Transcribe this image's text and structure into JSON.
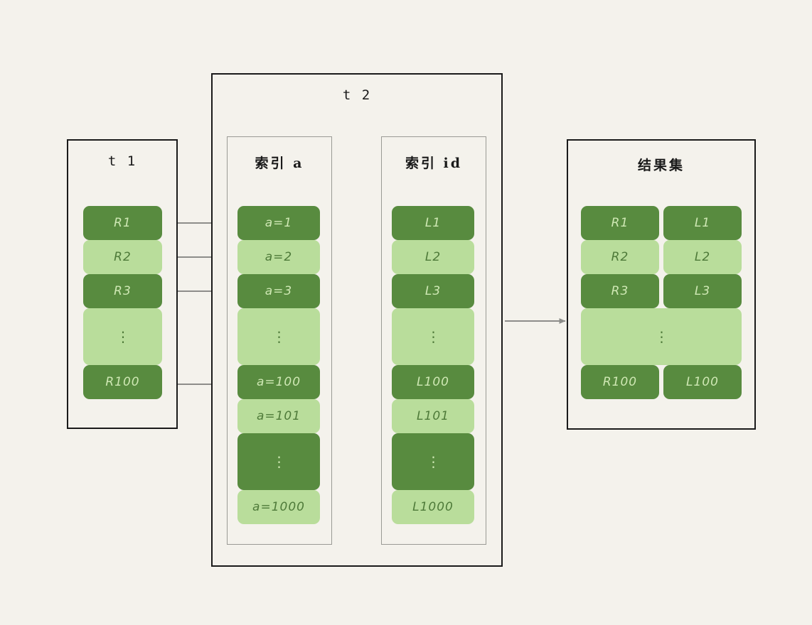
{
  "diagram": {
    "background_color": "#f4f2ec",
    "dark_green": "#588b3f",
    "light_green": "#b9dd9b",
    "arrow_color": "#8d8d8a",
    "dots_glyph": "⋮"
  },
  "table_t1": {
    "title": "t 1",
    "rows": [
      {
        "label": "R1",
        "shade": "dark"
      },
      {
        "label": "R2",
        "shade": "light"
      },
      {
        "label": "R3",
        "shade": "dark"
      },
      {
        "label": "⋮",
        "shade": "light"
      },
      {
        "label": "R100",
        "shade": "dark"
      }
    ]
  },
  "table_t2": {
    "title": "t 2",
    "index_a": {
      "title": "索引 a",
      "rows": [
        {
          "label": "a=1",
          "shade": "dark"
        },
        {
          "label": "a=2",
          "shade": "light"
        },
        {
          "label": "a=3",
          "shade": "dark"
        },
        {
          "label": "⋮",
          "shade": "light"
        },
        {
          "label": "a=100",
          "shade": "dark"
        },
        {
          "label": "a=101",
          "shade": "light"
        },
        {
          "label": "⋮",
          "shade": "dark"
        },
        {
          "label": "a=1000",
          "shade": "light"
        }
      ]
    },
    "index_id": {
      "title": "索引 id",
      "rows": [
        {
          "label": "L1",
          "shade": "dark"
        },
        {
          "label": "L2",
          "shade": "light"
        },
        {
          "label": "L3",
          "shade": "dark"
        },
        {
          "label": "⋮",
          "shade": "light"
        },
        {
          "label": "L100",
          "shade": "dark"
        },
        {
          "label": "L101",
          "shade": "light"
        },
        {
          "label": "⋮",
          "shade": "dark"
        },
        {
          "label": "L1000",
          "shade": "light"
        }
      ]
    }
  },
  "result_set": {
    "title": "结果集",
    "rows": [
      {
        "left": "R1",
        "right": "L1",
        "shade": "dark",
        "merged": false
      },
      {
        "left": "R2",
        "right": "L2",
        "shade": "light",
        "merged": false
      },
      {
        "left": "R3",
        "right": "L3",
        "shade": "dark",
        "merged": false
      },
      {
        "left": "⋮",
        "right": "",
        "shade": "light",
        "merged": true
      },
      {
        "left": "R100",
        "right": "L100",
        "shade": "dark",
        "merged": false
      }
    ]
  }
}
